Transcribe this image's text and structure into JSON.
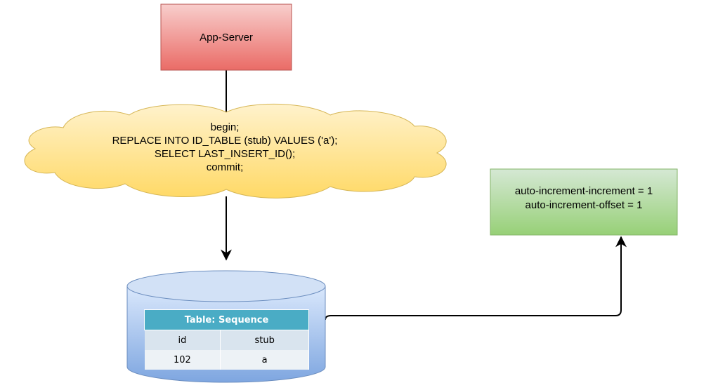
{
  "app_server": {
    "label": "App-Server"
  },
  "sql_cloud": {
    "lines": [
      "begin;",
      "REPLACE INTO ID_TABLE (stub) VALUES ('a');",
      "SELECT LAST_INSERT_ID();",
      "commit;"
    ]
  },
  "config_box": {
    "lines": [
      "auto-increment-increment = 1",
      "auto-increment-offset = 1"
    ]
  },
  "table": {
    "caption": "Table: Sequence",
    "columns": [
      "id",
      "stub"
    ],
    "rows": [
      [
        "102",
        "a"
      ]
    ]
  },
  "colors": {
    "app_server_fill_top": "#f8cecc",
    "app_server_fill_bottom": "#ea6b66",
    "app_server_stroke": "#b85450",
    "cloud_fill_top": "#fff2cc",
    "cloud_fill_bottom": "#ffd966",
    "cloud_stroke": "#d6b656",
    "config_fill_top": "#d5e8d4",
    "config_fill_bottom": "#97d077",
    "config_stroke": "#82b366",
    "database_fill_top": "#dae8fc",
    "database_fill_bottom": "#7ea6e0",
    "database_stroke": "#6c8ebf",
    "table_header": "#4aacc5",
    "table_column_header": "#d9e4ee",
    "table_row": "#edf2f6"
  }
}
